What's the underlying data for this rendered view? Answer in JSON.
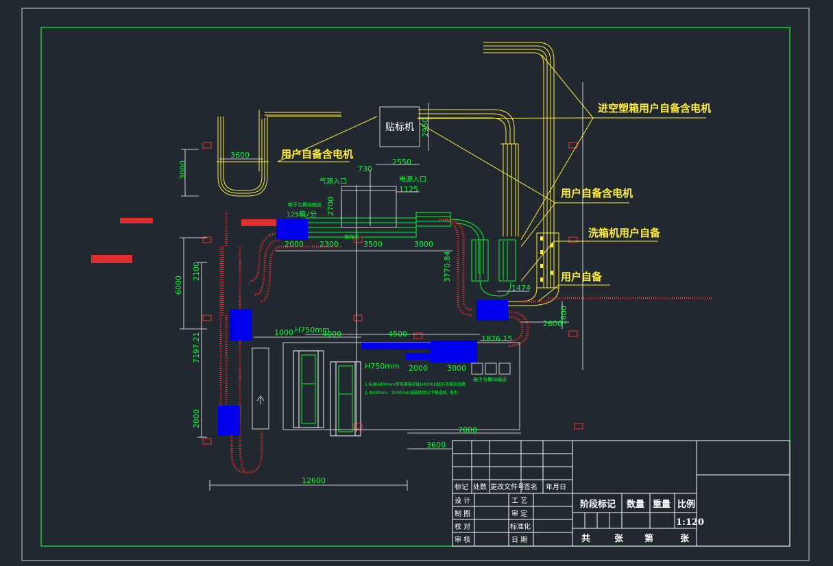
{
  "callouts": {
    "c1": "进空塑箱用户自备含电机",
    "c2": "用户自备含电机",
    "c3": "用户自备含电机",
    "c4": "洗箱机用户自备",
    "c5": "用户自备"
  },
  "machine": {
    "label": "贴标机"
  },
  "labels": {
    "gas_inlet": "气源入口",
    "power_inlet": "电源入口",
    "operator": "操作间",
    "h750a": "H750mm",
    "h750b": "H750mm",
    "speed": "125箱/分",
    "dist_note_a": "箱子为横向输送",
    "dist_note_b": "箱子为横向输送"
  },
  "dims": {
    "d3600a": "3600",
    "d3000": "3000",
    "d730": "730",
    "d2550": "2550",
    "d2950": "2950",
    "d1125": "1125",
    "d2700": "2700",
    "d2000a": "2000",
    "d2300": "2300",
    "d3500": "3500",
    "d3000b": "3000",
    "d377084": "3770.84",
    "d1474": "1474",
    "d2600": "2600",
    "d1800": "1800",
    "d2100": "2100",
    "d6000": "6000",
    "d719721": "7197.21",
    "d2000b": "2000",
    "d1000": "1000",
    "d4000": "4000",
    "d4500": "4500",
    "d187615": "1876.15",
    "d2000c": "2000",
    "d3000c": "3000",
    "d7000": "7000",
    "d3600b": "3600",
    "d12600": "12600"
  },
  "notes": {
    "n1": "1.标高4000mm带电箱输送线H4000D线形态输送线路",
    "n2": "2.4500mm、2000mm该链线用以下输送线, 电机"
  },
  "title_block": {
    "cols": [
      "标记",
      "处数",
      "更改文件号",
      "签名",
      "年月日"
    ],
    "r1a": "设 计",
    "r1b": "工 艺",
    "r2a": "制 图",
    "r2b": "审 定",
    "r3a": "校 对",
    "r3b": "标准化",
    "r4a": "审 核",
    "r4b": "日 期",
    "stage": "阶段标记",
    "qty": "数量",
    "weight": "重量",
    "scale": "比例",
    "scale_val": "1:120",
    "total": "共",
    "sheets": "张",
    "no": "第",
    "sheet": "张"
  },
  "colors": {
    "background": "#212830",
    "border": "#00ff33",
    "callout": "#ffee33",
    "conveyor": "#ff3030",
    "buffer": "#0000ee",
    "frame": "#ffffff"
  }
}
